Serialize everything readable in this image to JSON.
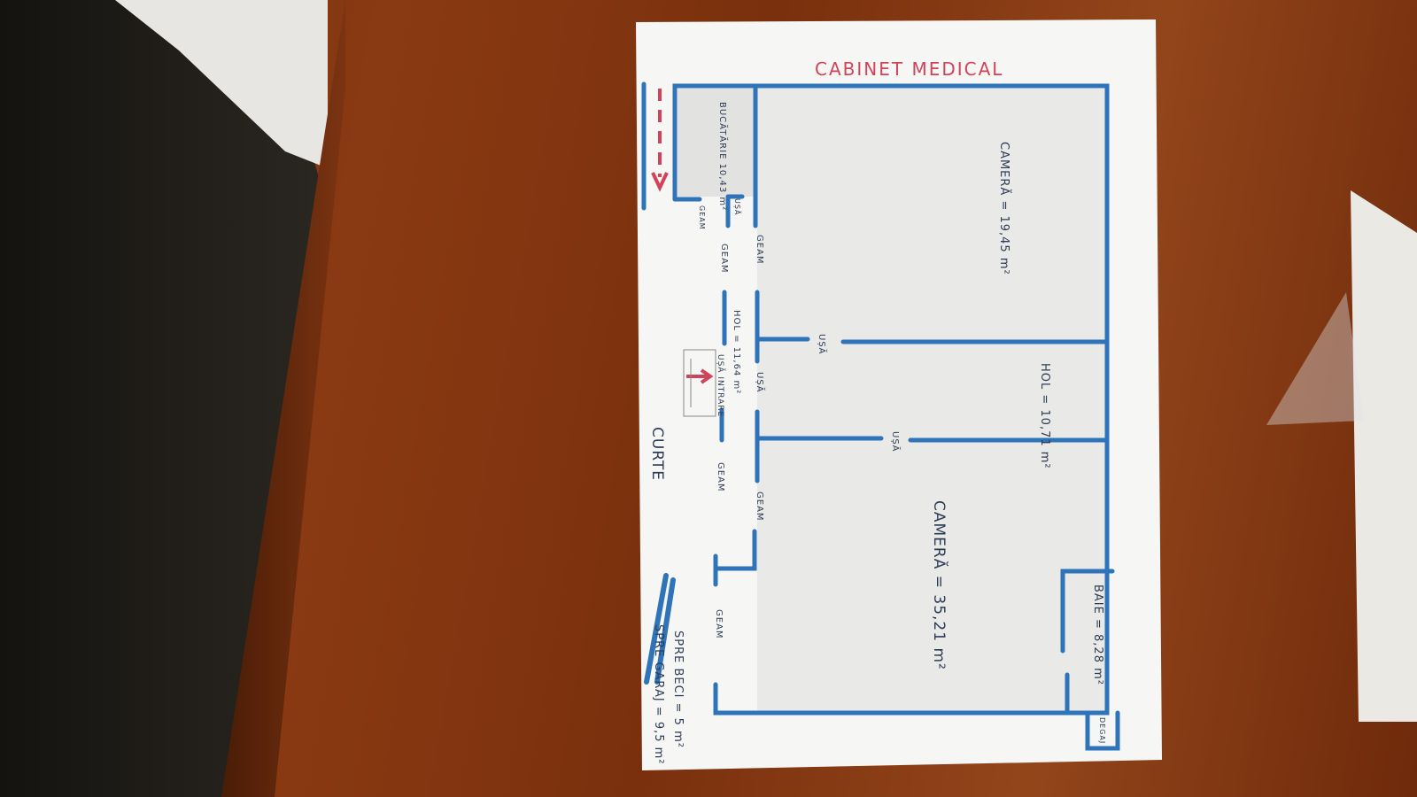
{
  "title": "CABINET MEDICAL",
  "rooms": {
    "kitchen": "BUCĂTĂRIE 10,43 m²",
    "room1": "CAMERĂ = 19,45 m²",
    "hall1": "HOL = 11,64 m²",
    "hall2": "HOL = 10,71 m²",
    "room2": "CAMERĂ = 35,21 m²",
    "bath": "BAIE = 8,28 m²",
    "degaj": "DEGAJ"
  },
  "openings": {
    "geam": "GEAM",
    "usa": "UȘĂ",
    "usa_intrare": "UȘĂ INTRARE"
  },
  "outside": {
    "yard": "CURTE",
    "basement": "SPRE BECI = 5 m²",
    "garage": "SPRE GARAJ = 9,5 m²"
  },
  "colors": {
    "wall": "#2f73b8",
    "accent": "#d2435a",
    "paper": "#f4f4f2"
  }
}
